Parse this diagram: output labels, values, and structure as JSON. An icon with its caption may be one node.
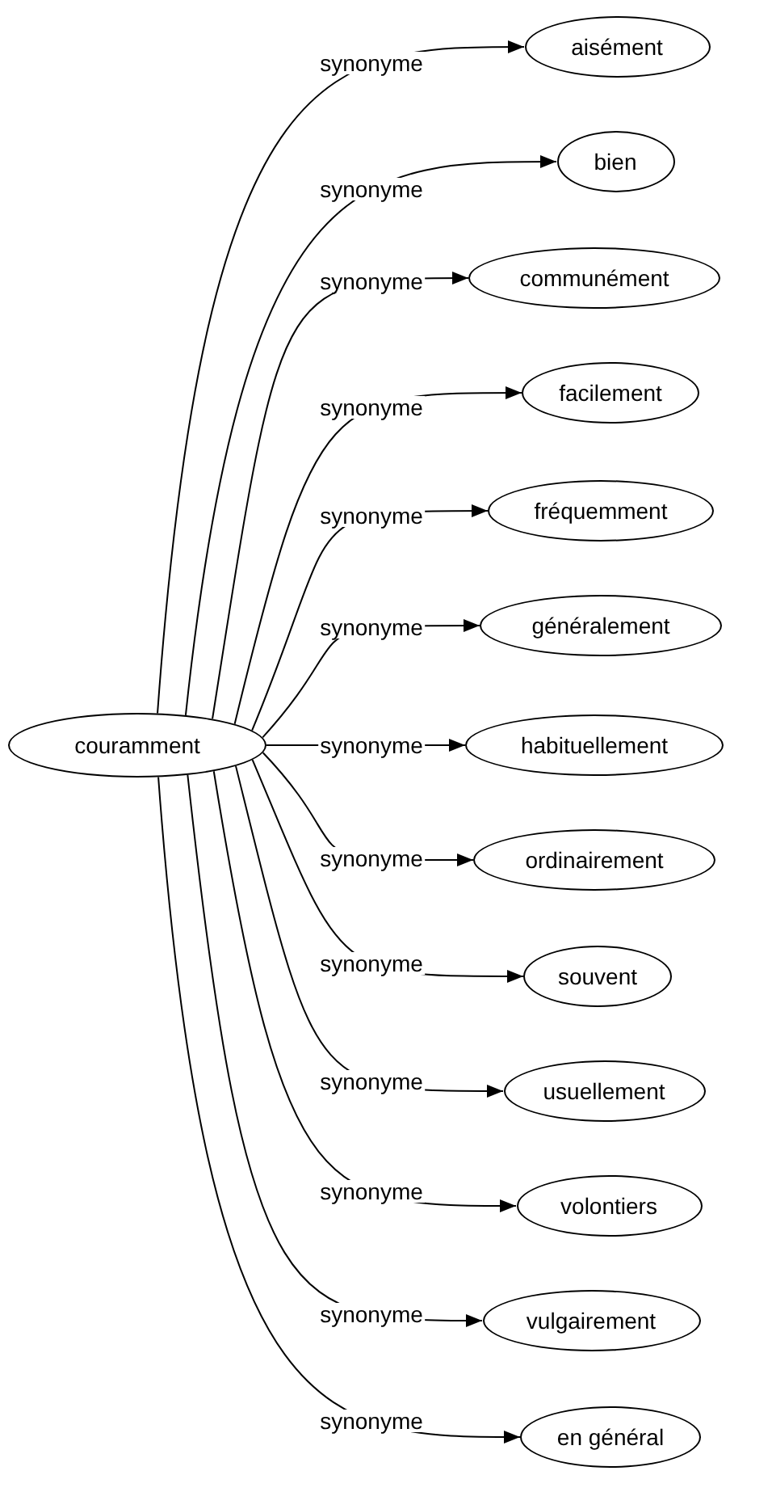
{
  "diagram": {
    "nodes": [
      {
        "text": [
          "couramment"
        ]
      },
      {
        "text": [
          "aisément"
        ]
      },
      {
        "text": [
          "bien"
        ]
      },
      {
        "text": [
          "communément"
        ]
      },
      {
        "text": [
          "facilement"
        ]
      },
      {
        "text": [
          "fréquemment"
        ]
      },
      {
        "text": [
          "généralement"
        ]
      },
      {
        "text": [
          "habituellement"
        ]
      },
      {
        "text": [
          "ordinairement"
        ]
      },
      {
        "text": [
          "souvent"
        ]
      },
      {
        "text": [
          "usuellement"
        ]
      },
      {
        "text": [
          "volontiers"
        ]
      },
      {
        "text": [
          "vulgairement"
        ]
      },
      {
        "text": [
          "en général"
        ]
      }
    ],
    "edges": [
      {
        "from": 0,
        "to": 1,
        "arrow": "to",
        "label": "synonyme"
      },
      {
        "from": 0,
        "to": 2,
        "arrow": "to",
        "label": "synonyme"
      },
      {
        "from": 0,
        "to": 3,
        "arrow": "to",
        "label": "synonyme"
      },
      {
        "from": 0,
        "to": 4,
        "arrow": "to",
        "label": "synonyme"
      },
      {
        "from": 0,
        "to": 5,
        "arrow": "to",
        "label": "synonyme"
      },
      {
        "from": 0,
        "to": 6,
        "arrow": "to",
        "label": "synonyme"
      },
      {
        "from": 0,
        "to": 7,
        "arrow": "to",
        "label": "synonyme"
      },
      {
        "from": 0,
        "to": 8,
        "arrow": "to",
        "label": "synonyme"
      },
      {
        "from": 0,
        "to": 9,
        "arrow": "to",
        "label": "synonyme"
      },
      {
        "from": 0,
        "to": 10,
        "arrow": "to",
        "label": "synonyme"
      },
      {
        "from": 0,
        "to": 11,
        "arrow": "to",
        "label": "synonyme"
      },
      {
        "from": 0,
        "to": 12,
        "arrow": "to",
        "label": "synonyme"
      },
      {
        "from": 0,
        "to": 13,
        "arrow": "to",
        "label": "synonyme"
      }
    ]
  }
}
